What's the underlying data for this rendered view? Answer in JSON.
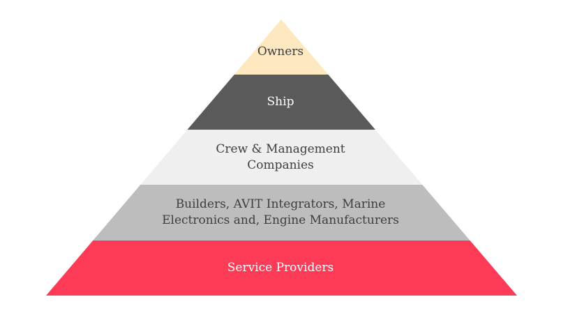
{
  "diagram": {
    "tiers": [
      {
        "lines": [
          "Owners"
        ],
        "fill": "#fde8c0",
        "text_color": "#3d3d3d"
      },
      {
        "lines": [
          "Ship"
        ],
        "fill": "#5a5a5a",
        "text_color": "#ffffff"
      },
      {
        "lines": [
          "Crew & Management",
          "Companies"
        ],
        "fill": "#efefef",
        "text_color": "#3d3d3d"
      },
      {
        "lines": [
          "Builders, AVIT Integrators, Marine",
          "Electronics and, Engine Manufacturers"
        ],
        "fill": "#bdbdbd",
        "text_color": "#3d3d3d"
      },
      {
        "lines": [
          "Service Providers"
        ],
        "fill": "#fd3b57",
        "text_color": "#ffffff"
      }
    ]
  }
}
